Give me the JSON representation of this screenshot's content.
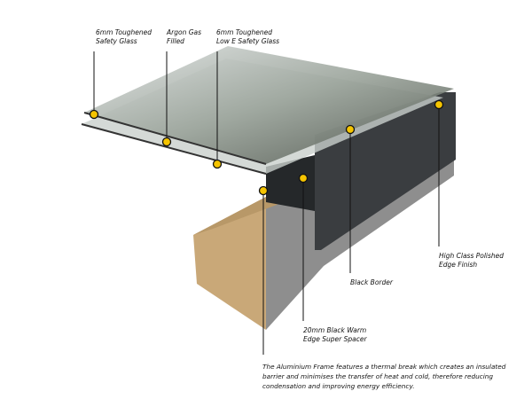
{
  "labels": {
    "outer_glass": "6mm Toughened\nSafety Glass",
    "argon": "Argon Gas\nFilled",
    "inner_glass": "6mm Toughened\nLow E Safety Glass",
    "edge_finish": "High Class Polished\nEdge Finish",
    "black_border": "Black Border",
    "spacer": "20mm Black Warm\nEdge Super Spacer"
  },
  "note": "The Aluminium Frame features a thermal break which creates an insulated barrier and minimises the transfer of heat and cold, therefore reducing condensation and improving energy efficiency.",
  "colors": {
    "marker": "#f5c400",
    "frame": "#3a3d40",
    "concrete": "#8f8f8f",
    "insulation": "#c9a878"
  }
}
